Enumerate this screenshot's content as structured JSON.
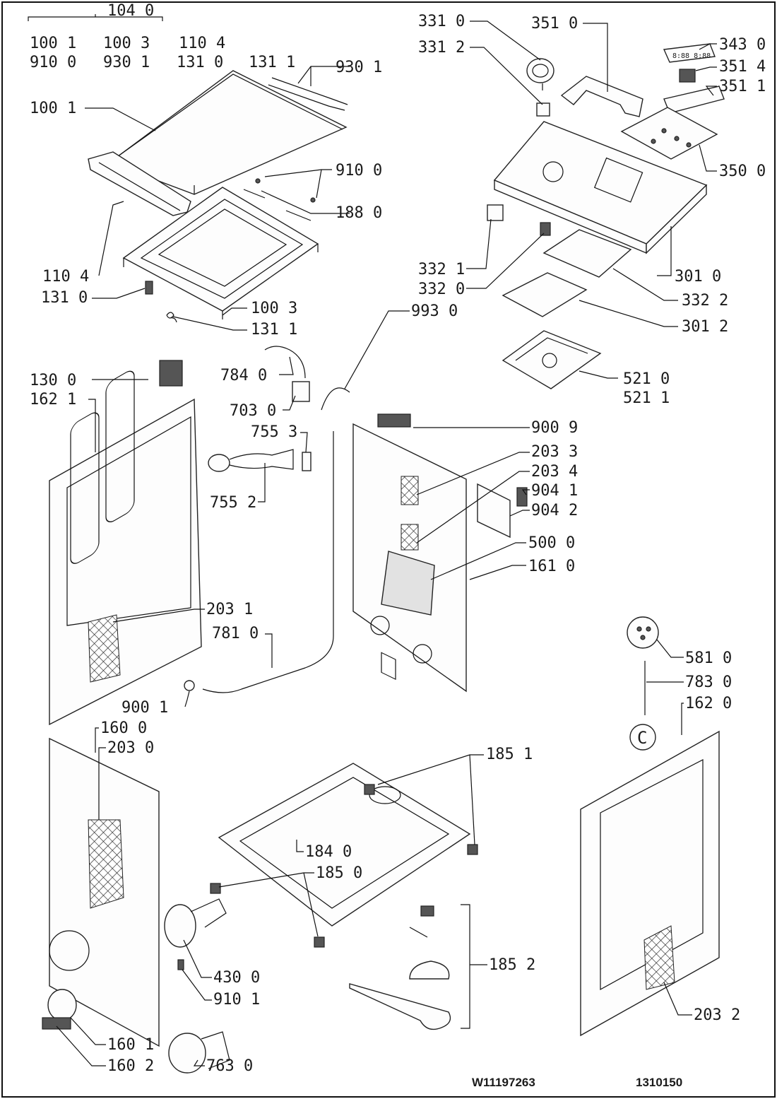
{
  "callouts": [
    {
      "text": "104 0"
    },
    {
      "text": "100 1"
    },
    {
      "text": "100 3"
    },
    {
      "text": "110 4"
    },
    {
      "text": "910 0"
    },
    {
      "text": "930 1"
    },
    {
      "text": "131 0"
    },
    {
      "text": "131 1"
    },
    {
      "text": "930 1"
    },
    {
      "text": "100 1"
    },
    {
      "text": "910 0"
    },
    {
      "text": "188 0"
    },
    {
      "text": "110 4"
    },
    {
      "text": "131 0"
    },
    {
      "text": "100 3"
    },
    {
      "text": "131 1"
    },
    {
      "text": "331 0"
    },
    {
      "text": "331 2"
    },
    {
      "text": "351 0"
    },
    {
      "text": "343 0"
    },
    {
      "text": "351 4"
    },
    {
      "text": "351 1"
    },
    {
      "text": "350 0"
    },
    {
      "text": "332 1"
    },
    {
      "text": "332 0"
    },
    {
      "text": "301 0"
    },
    {
      "text": "332 2"
    },
    {
      "text": "301 2"
    },
    {
      "text": "993 0"
    },
    {
      "text": "521 0"
    },
    {
      "text": "521 1"
    },
    {
      "text": "130 0"
    },
    {
      "text": "162 1"
    },
    {
      "text": "784 0"
    },
    {
      "text": "703 0"
    },
    {
      "text": "755 3"
    },
    {
      "text": "755 2"
    },
    {
      "text": "900 9"
    },
    {
      "text": "203 3"
    },
    {
      "text": "203 4"
    },
    {
      "text": "904 1"
    },
    {
      "text": "904 2"
    },
    {
      "text": "500 0"
    },
    {
      "text": "161 0"
    },
    {
      "text": "203 1"
    },
    {
      "text": "781 0"
    },
    {
      "text": "900 1"
    },
    {
      "text": "160 0"
    },
    {
      "text": "203 0"
    },
    {
      "text": "581 0"
    },
    {
      "text": "783 0"
    },
    {
      "text": "162 0"
    },
    {
      "text": "185 1"
    },
    {
      "text": "184 0"
    },
    {
      "text": "185 0"
    },
    {
      "text": "430 0"
    },
    {
      "text": "910 1"
    },
    {
      "text": "185 2"
    },
    {
      "text": "160 1"
    },
    {
      "text": "160 2"
    },
    {
      "text": "763 0"
    },
    {
      "text": "203 2"
    }
  ],
  "footer": {
    "doc_code": "W11197263",
    "doc_number": "1310150"
  },
  "clip_symbol": "C",
  "colors": {
    "line": "#111111",
    "part_fill": "#fdfdfd",
    "shade": "#e2e2e2"
  }
}
